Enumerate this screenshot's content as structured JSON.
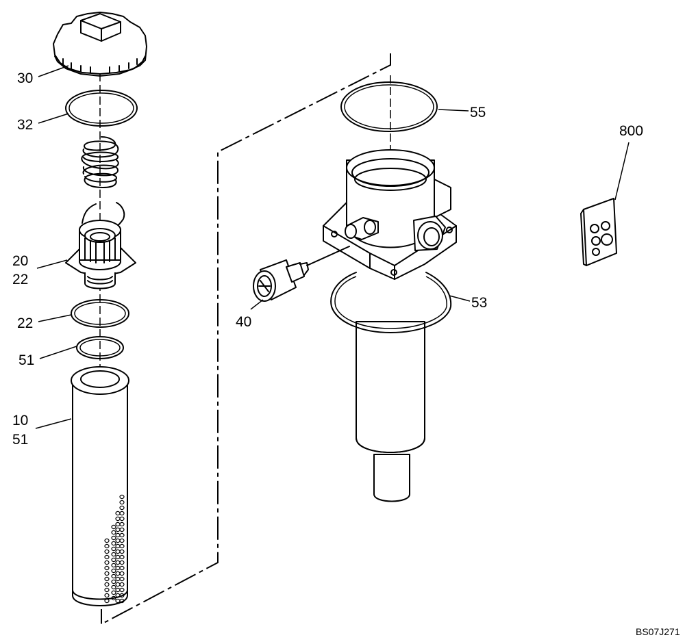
{
  "drawing_code": "BS07J271",
  "callouts": {
    "c30": "30",
    "c32": "32",
    "c20": "20",
    "c22a": "22",
    "c22b": "22",
    "c51a": "51",
    "c10": "10",
    "c51b": "51",
    "c40": "40",
    "c53": "53",
    "c55": "55",
    "c800": "800"
  }
}
